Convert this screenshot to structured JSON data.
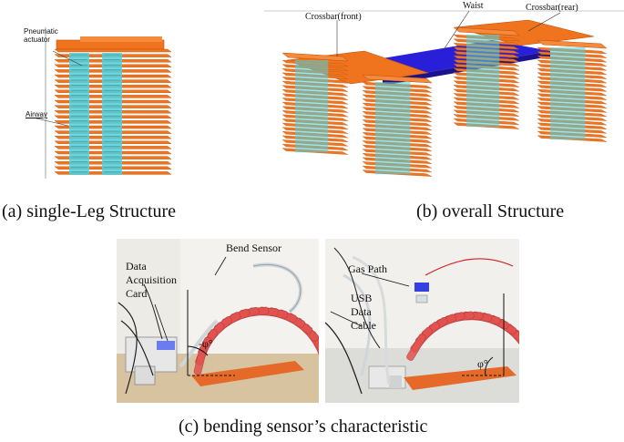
{
  "panel_a": {
    "caption": "(a) single-Leg Structure",
    "label_actuator": "Pneumatic actuator",
    "label_airway": "Airway"
  },
  "panel_b": {
    "caption": "(b) overall Structure",
    "label_crossbar_front": "Crossbar(front)",
    "label_waist": "Waist",
    "label_crossbar_rear": "Crossbar(rear)"
  },
  "panel_c": {
    "caption": "(c) bending sensor’s characteristic",
    "label_bend_sensor": "Bend Sensor",
    "label_daq": "Data Acquisition Card",
    "label_angle_neg": "-φ°",
    "label_gas_path": "Gas Path",
    "label_usb": "USB Data Cable",
    "label_angle_pos": "φ°"
  },
  "colors": {
    "fin_orange": "#f0741e",
    "fin_edge": "#b9500f",
    "cyan": "#4fd1df",
    "waist_blue": "#2a1fd8",
    "soft_red": "#e2524f",
    "bench": "#d8c3a0",
    "plate": "#e56a2a"
  }
}
